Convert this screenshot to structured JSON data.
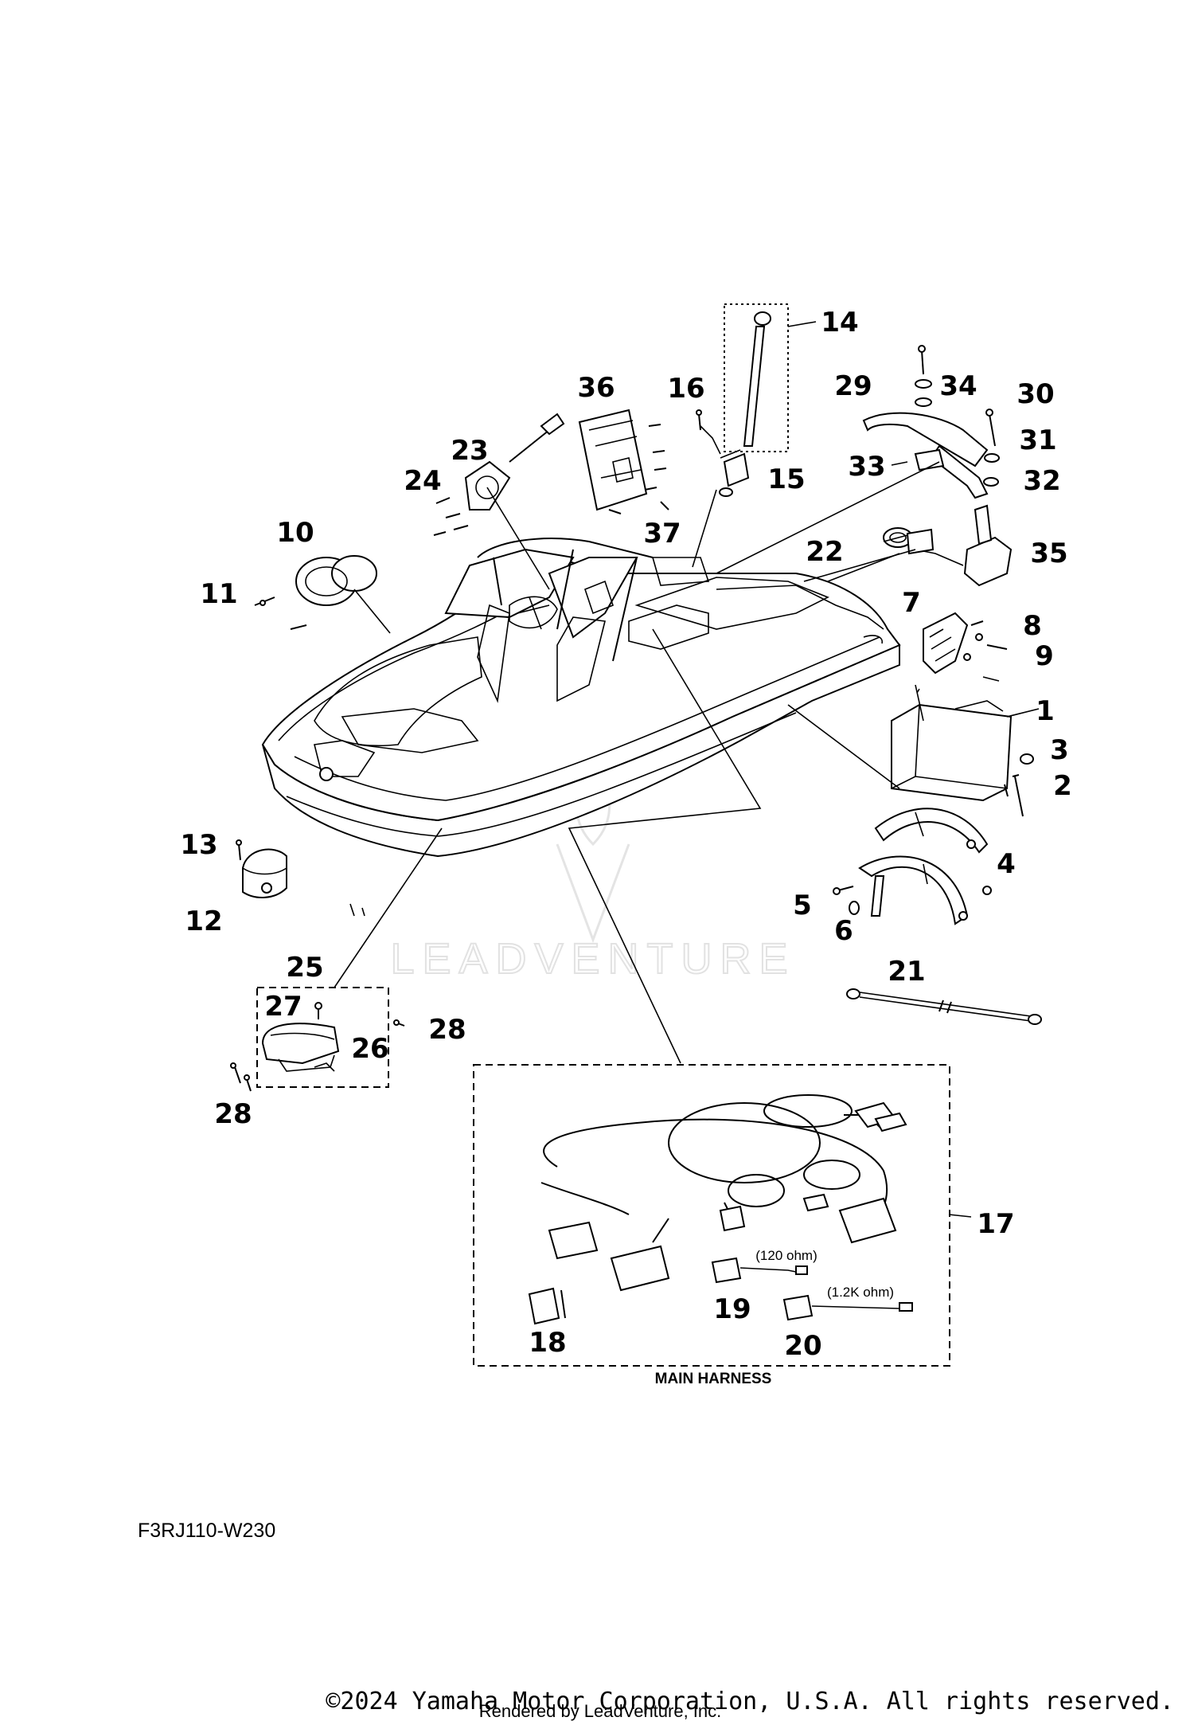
{
  "diagram": {
    "part_numbers": [
      "1",
      "2",
      "3",
      "4",
      "5",
      "6",
      "7",
      "8",
      "9",
      "10",
      "11",
      "12",
      "13",
      "14",
      "15",
      "16",
      "17",
      "18",
      "19",
      "20",
      "21",
      "22",
      "23",
      "24",
      "25",
      "26",
      "27",
      "28",
      "28",
      "29",
      "30",
      "31",
      "32",
      "33",
      "34",
      "35",
      "36",
      "37"
    ],
    "resistor_labels": {
      "r120": "(120 ohm)",
      "r1k2": "(1.2K ohm)"
    },
    "harness_caption": "MAIN HARNESS",
    "diagram_code": "F3RJ110-W230",
    "watermark": "LEADVENTURE",
    "copyright": "©2024 Yamaha Motor Corporation, U.S.A. All rights reserved.",
    "rendered_by": "Rendered by LeadVenture, Inc."
  }
}
